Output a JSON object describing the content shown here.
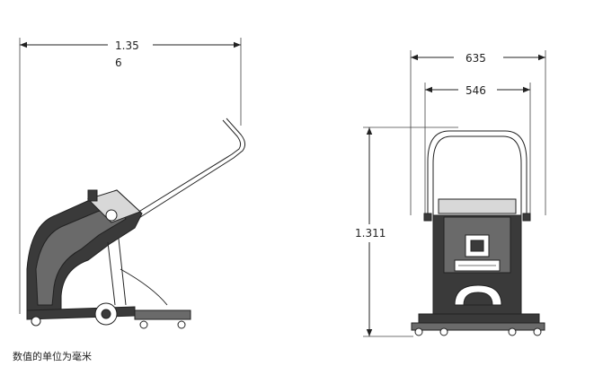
{
  "dimensions": {
    "side_length_line1": "1.35",
    "side_length_line2": "6",
    "front_outer_width": "635",
    "front_inner_width": "546",
    "front_height": "1.311"
  },
  "caption": "数值的单位为毫米"
}
